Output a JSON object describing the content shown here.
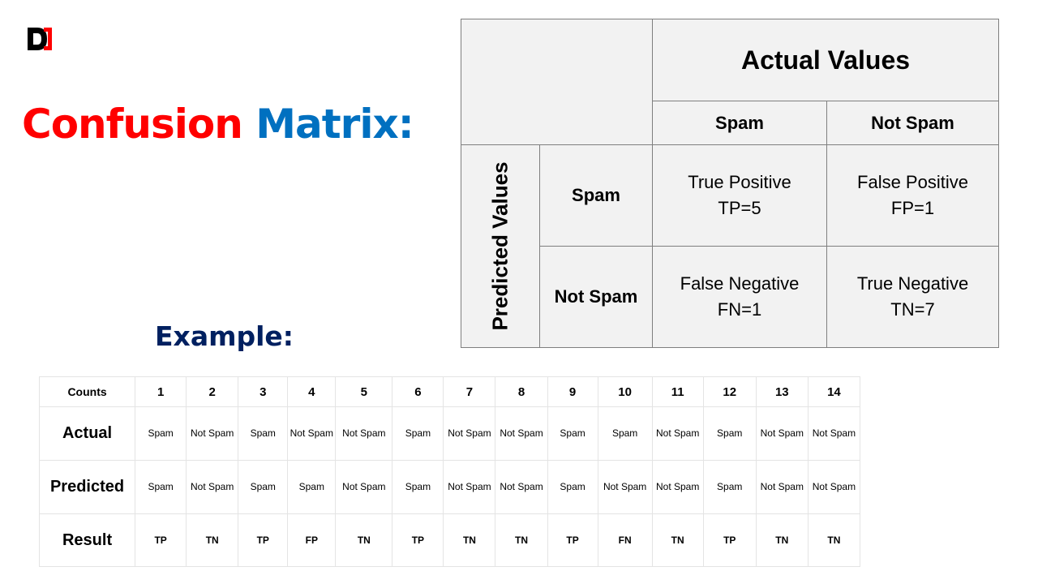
{
  "title": {
    "word1": "Confusion",
    "word2": "Matrix:"
  },
  "example_heading": "Example:",
  "matrix": {
    "actual_header": "Actual Values",
    "predicted_header": "Predicted Values",
    "col_spam": "Spam",
    "col_not_spam": "Not Spam",
    "row_spam": "Spam",
    "row_not_spam": "Not Spam",
    "tp": {
      "label": "True Positive",
      "value": "TP=5"
    },
    "fp": {
      "label": "False Positive",
      "value": "FP=1"
    },
    "fn": {
      "label": "False Negative",
      "value": "FN=1"
    },
    "tn": {
      "label": "True Negative",
      "value": "TN=7"
    }
  },
  "example_table": {
    "header_label": "Counts",
    "counts": [
      "1",
      "2",
      "3",
      "4",
      "5",
      "6",
      "7",
      "8",
      "9",
      "10",
      "11",
      "12",
      "13",
      "14"
    ],
    "rows": [
      {
        "label": "Actual",
        "values": [
          "Spam",
          "Not Spam",
          "Spam",
          "Not Spam",
          "Not Spam",
          "Spam",
          "Not Spam",
          "Not Spam",
          "Spam",
          "Spam",
          "Not Spam",
          "Spam",
          "Not Spam",
          "Not Spam"
        ]
      },
      {
        "label": "Predicted",
        "values": [
          "Spam",
          "Not Spam",
          "Spam",
          "Spam",
          "Not Spam",
          "Spam",
          "Not Spam",
          "Not Spam",
          "Spam",
          "Not Spam",
          "Not Spam",
          "Spam",
          "Not Spam",
          "Not Spam"
        ]
      }
    ],
    "result": {
      "label": "Result",
      "values": [
        "TP",
        "TN",
        "TP",
        "FP",
        "TN",
        "TP",
        "TN",
        "TN",
        "TP",
        "FN",
        "TN",
        "TP",
        "TN",
        "TN"
      ]
    }
  },
  "colors": {
    "title_red": "#ff0000",
    "title_blue": "#0070c0",
    "example_navy": "#002060",
    "matrix_fill": "#f2f2f2",
    "logo_red": "#ff0000"
  },
  "logo_icon": "d-logo-icon"
}
